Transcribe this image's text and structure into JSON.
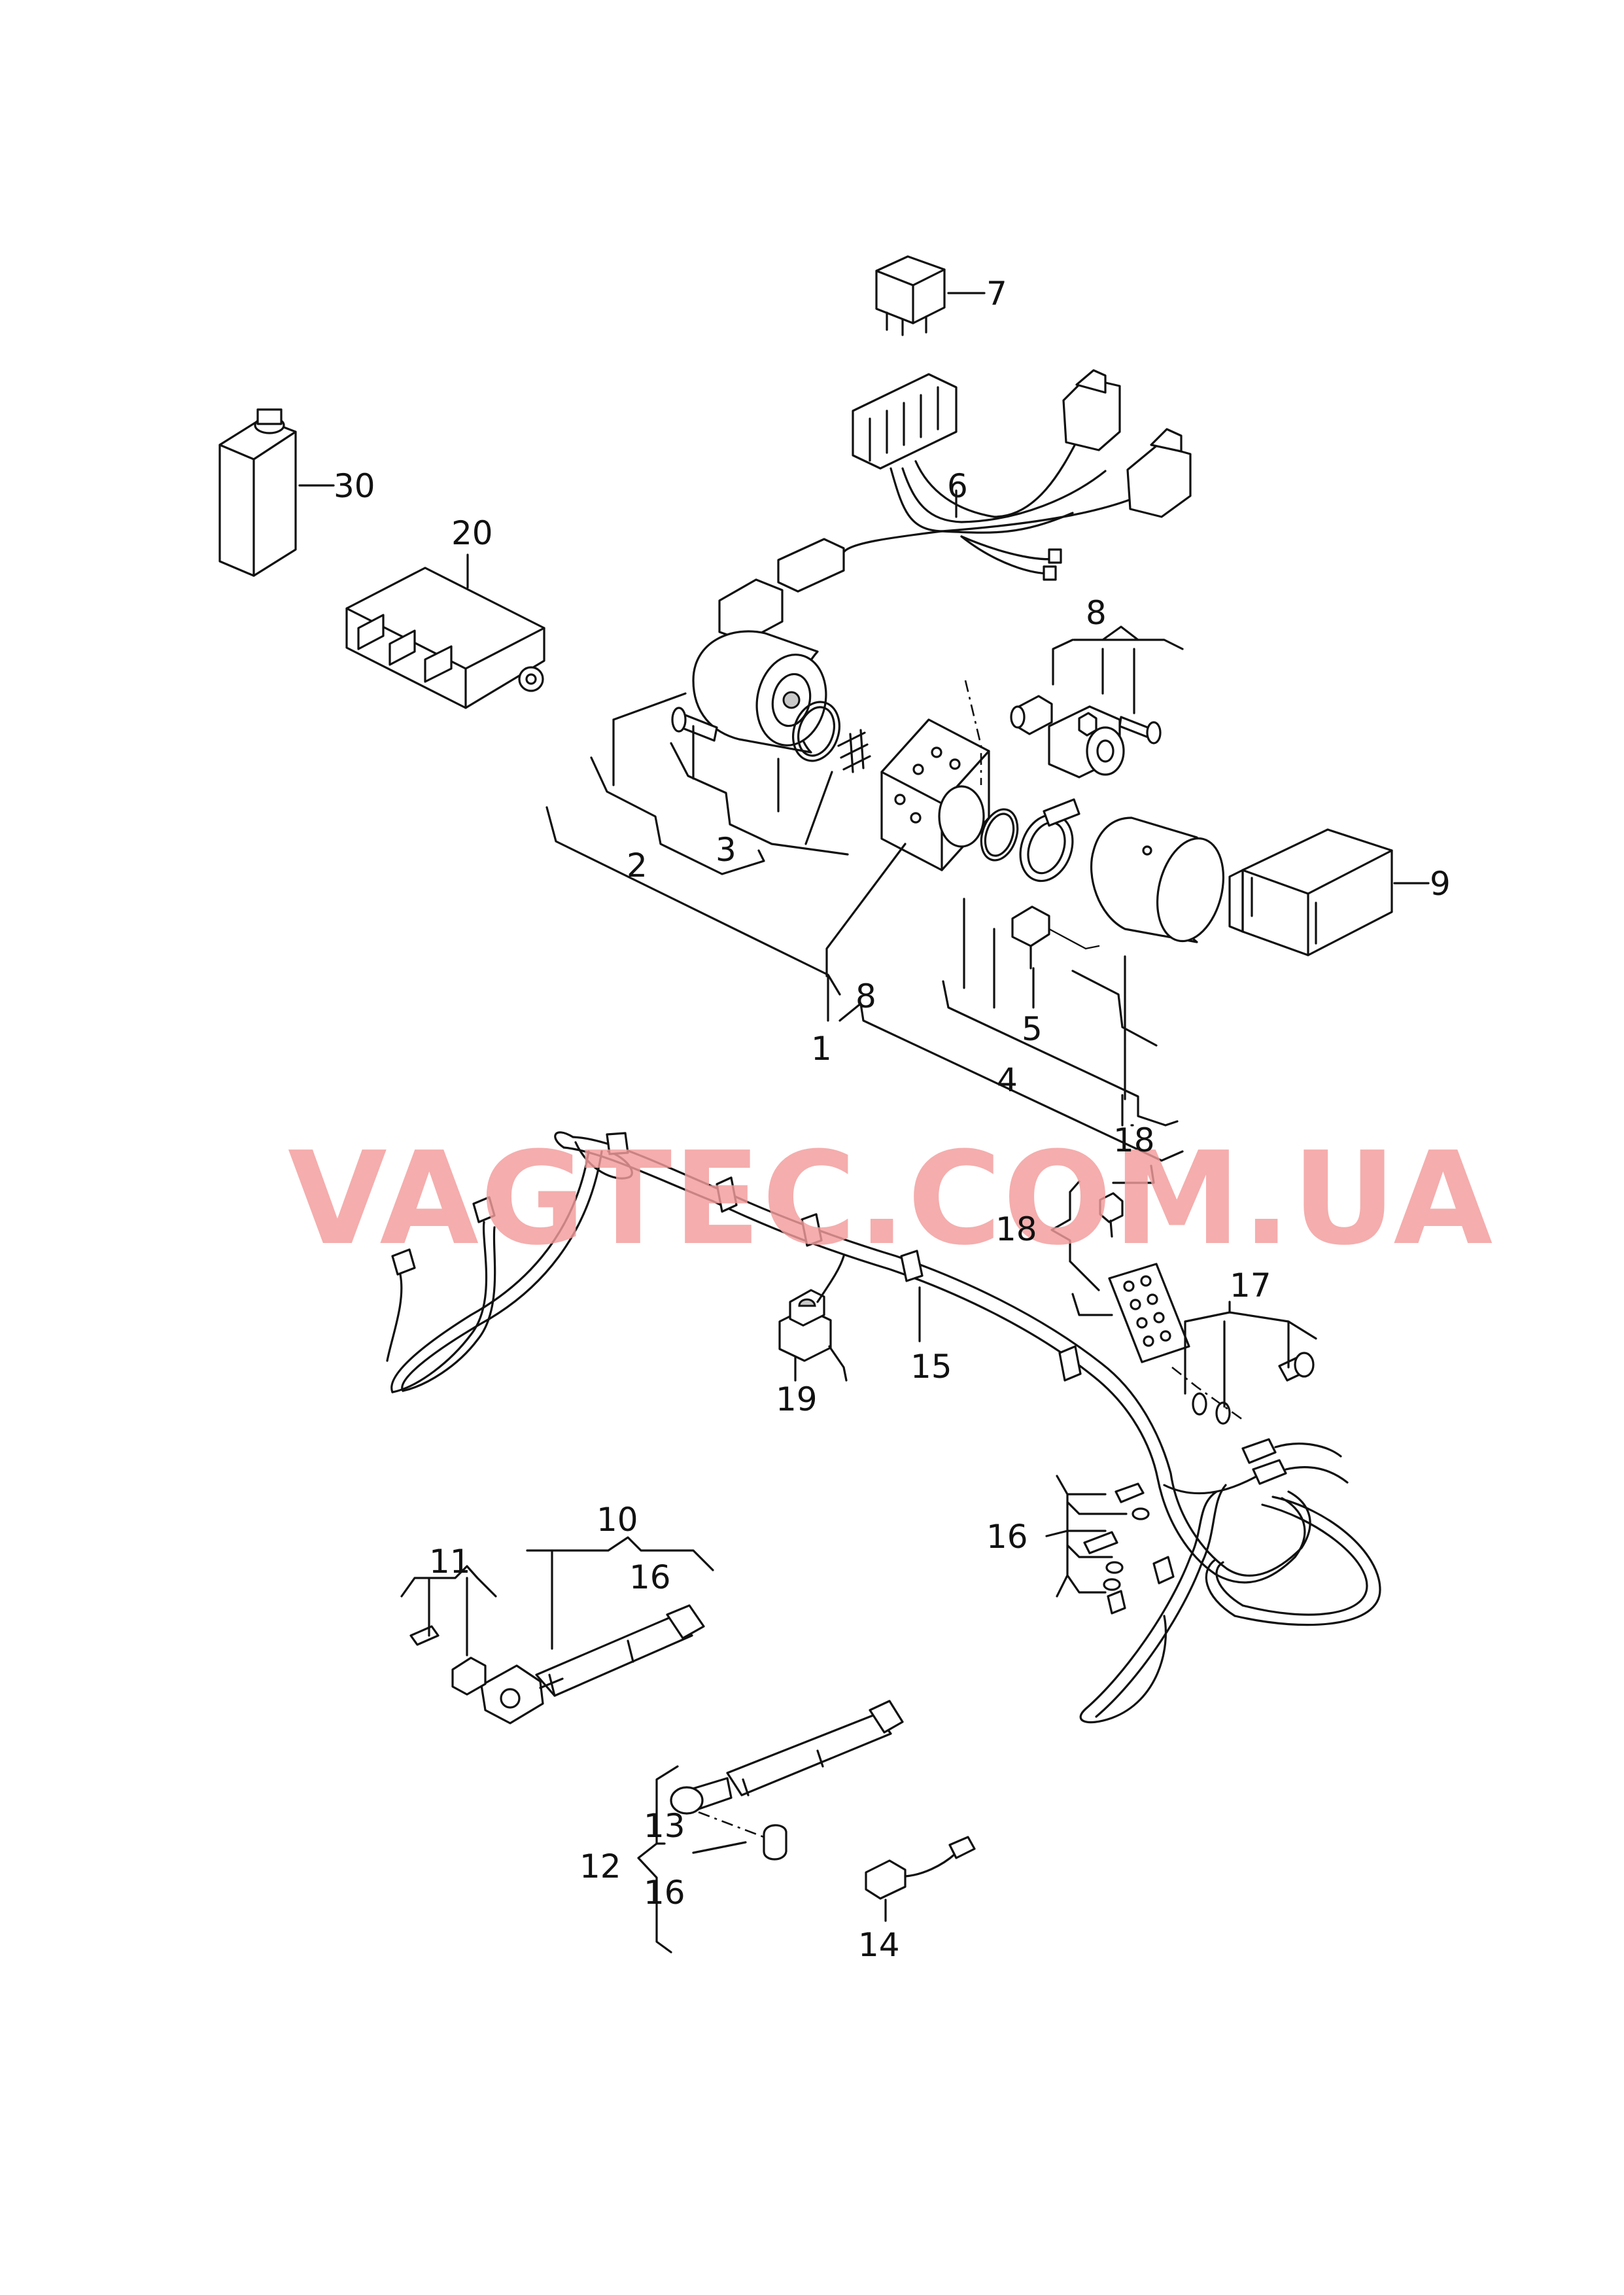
{
  "watermark": "VAGTEC.COM.UA",
  "callouts": {
    "c1": "1",
    "c2": "2",
    "c3": "3",
    "c4": "4",
    "c5": "5",
    "c6": "6",
    "c7": "7",
    "c8a": "8",
    "c8b": "8",
    "c9": "9",
    "c10": "10",
    "c11": "11",
    "c12": "12",
    "c13": "13",
    "c14": "14",
    "c15": "15",
    "c16a": "16",
    "c16b": "16",
    "c16c": "16",
    "c17": "17",
    "c18a": "18",
    "c18b": "18",
    "c19": "19",
    "c20": "20",
    "c30": "30"
  }
}
